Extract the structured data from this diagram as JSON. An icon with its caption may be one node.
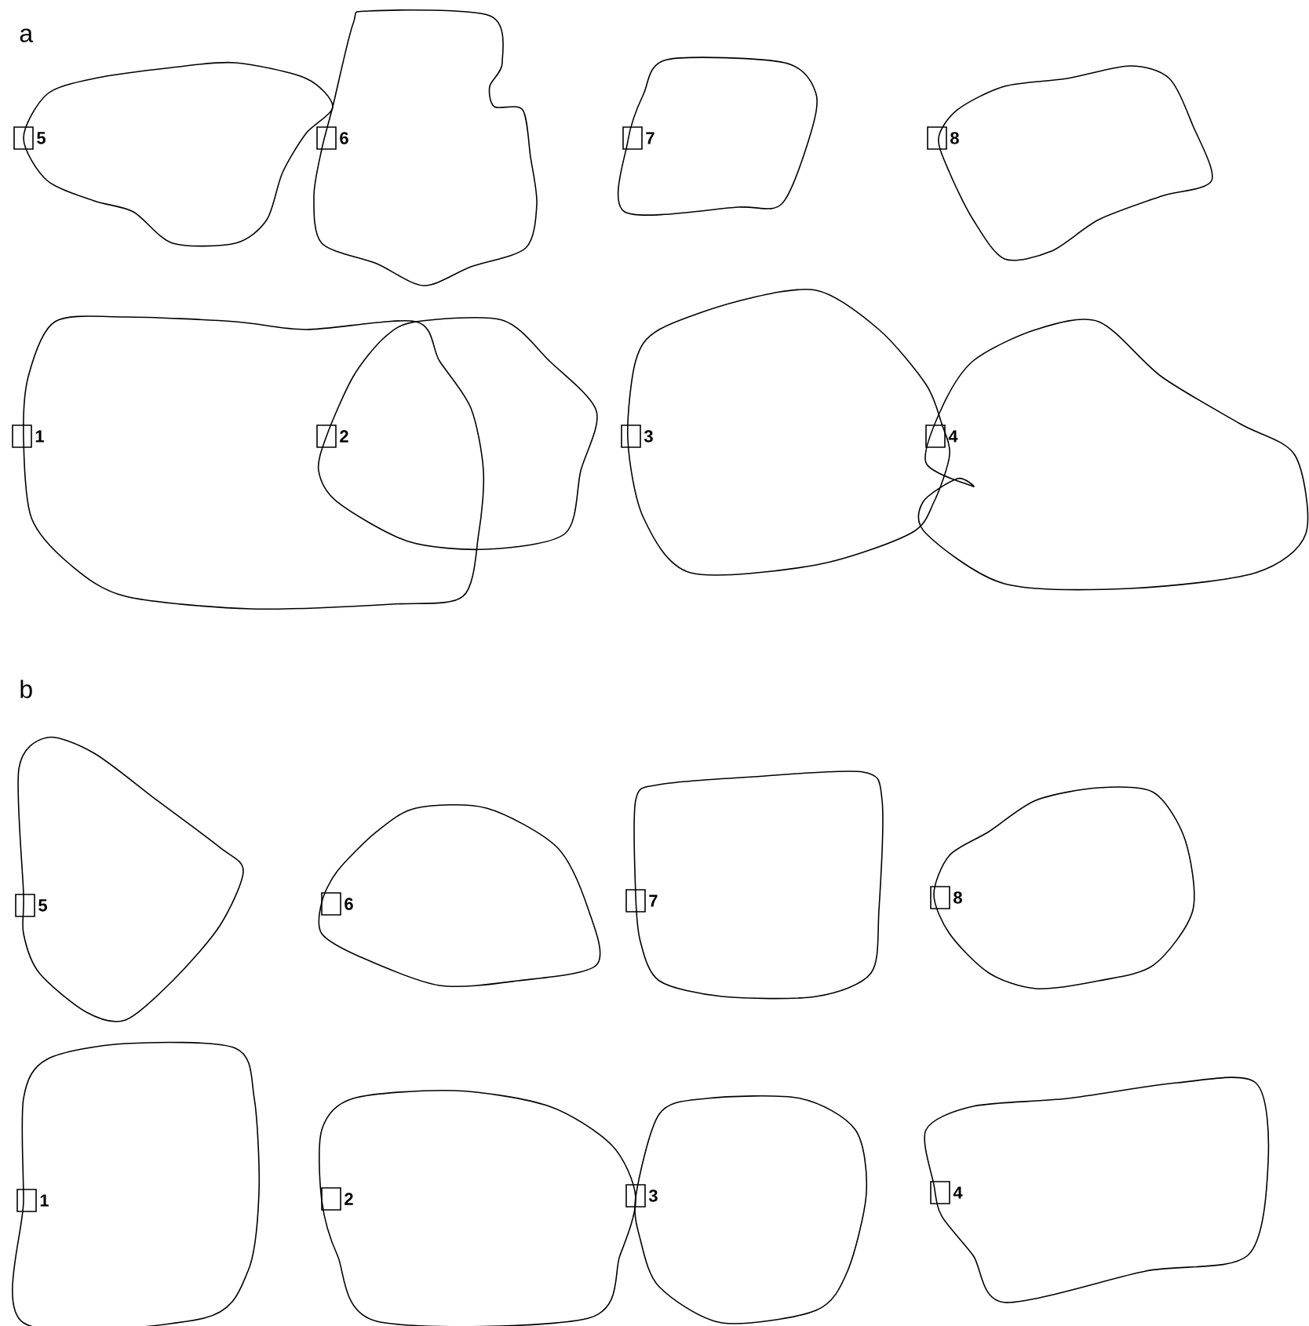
{
  "diagram": {
    "labels": [
      "a",
      "5",
      "6",
      "7",
      "8",
      "1",
      "2",
      "3",
      "4",
      "b",
      "5",
      "6",
      "7",
      "8",
      "1",
      "2",
      "3",
      "4"
    ]
  }
}
